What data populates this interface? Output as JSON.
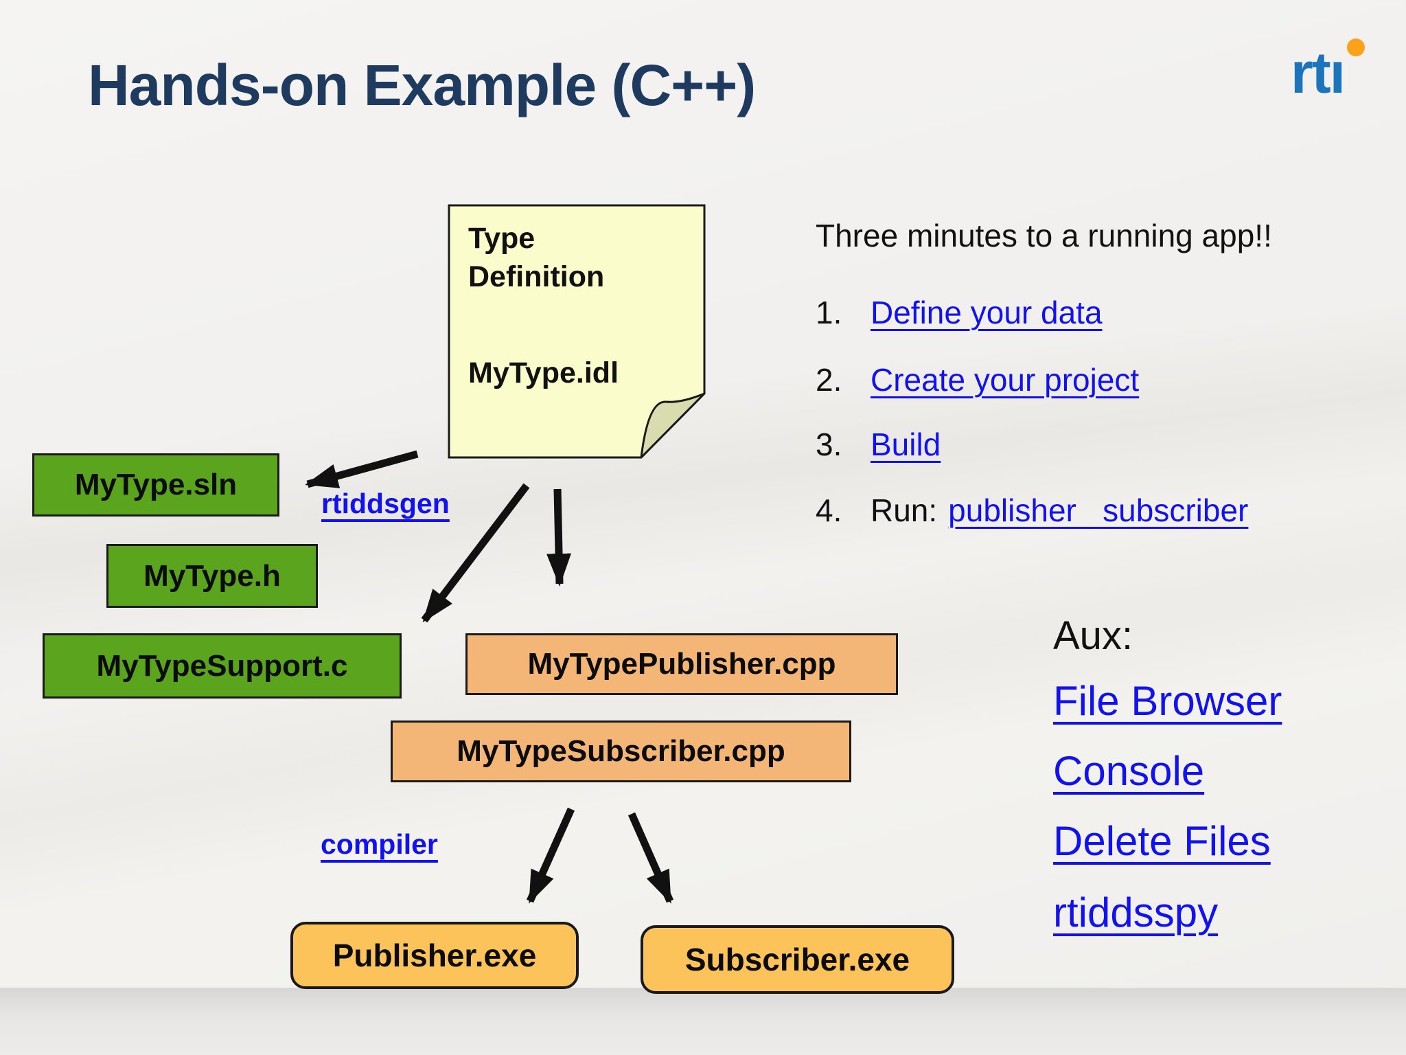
{
  "slide": {
    "title": "Hands-on Example (C++)",
    "logo": {
      "text": "rtı",
      "dot": "orange-dot"
    },
    "note": {
      "line1": "Type",
      "line2": "Definition",
      "file": "MyType.idl"
    },
    "steps": {
      "heading": "Three minutes to a running app!!",
      "items": [
        {
          "num": "1.",
          "prefix": "",
          "link": "Define your data"
        },
        {
          "num": "2.",
          "prefix": "",
          "link": "Create your project"
        },
        {
          "num": "3.",
          "prefix": "",
          "link": "Build"
        },
        {
          "num": "4.",
          "prefix": "Run:",
          "link": "publisher   subscriber"
        }
      ]
    },
    "boxes": {
      "sln": "MyType.sln",
      "header": "MyType.h",
      "support": "MyTypeSupport.c",
      "publisher_cpp": "MyTypePublisher.cpp",
      "subscriber_cpp": "MyTypeSubscriber.cpp",
      "publisher_exe": "Publisher.exe",
      "subscriber_exe": "Subscriber.exe"
    },
    "tools": {
      "codegen": "rtiddsgen",
      "compiler": "compiler"
    },
    "aux": {
      "heading": "Aux:",
      "links": [
        "File Browser",
        "Console",
        "Delete Files",
        "rtiddsspy"
      ]
    },
    "colors": {
      "title": "#1e3a5e",
      "link_blue": "#1212ee",
      "box_green": "#5aa41e",
      "box_orange": "#f3b676",
      "box_gold": "#fbc35a",
      "note_yellow": "#fbfccb",
      "logo_blue": "#1c75ba",
      "logo_orange": "#f9a21a",
      "arrow": "#111111"
    }
  }
}
